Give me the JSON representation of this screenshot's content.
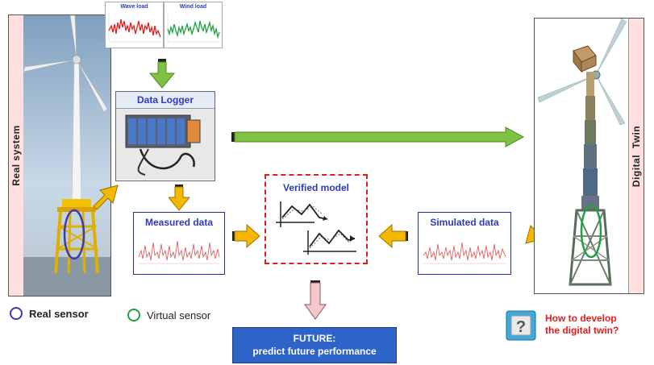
{
  "left_panel": {
    "label": "Real system"
  },
  "right_panel": {
    "label": "Digital  Twin"
  },
  "load_charts": [
    {
      "title": "Wave load",
      "color": "#e02020"
    },
    {
      "title": "Wind load",
      "color": "#20a040"
    }
  ],
  "data_logger": {
    "title": "Data Logger"
  },
  "measured": {
    "title": "Measured  data"
  },
  "verified": {
    "title": "Verified  model"
  },
  "simulated": {
    "title": "Simulated data"
  },
  "future": {
    "line1": "FUTURE:",
    "line2": "predict future performance",
    "bg": "#2e64c8"
  },
  "legend": [
    {
      "label": "Real sensor",
      "color": "#3b3bb0"
    },
    {
      "label": "Virtual sensor",
      "color": "#20a040"
    }
  ],
  "question": {
    "line1": "How to develop",
    "line2": "the digital twin?",
    "color": "#e02020"
  },
  "colors": {
    "arrow_green": "#7dc242",
    "arrow_orange": "#f5b800",
    "arrow_pink": "#f5c6cc"
  }
}
